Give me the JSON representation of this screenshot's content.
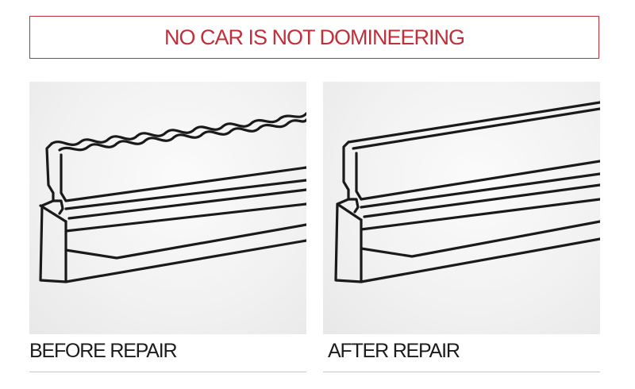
{
  "header": {
    "title": "NO CAR IS NOT DOMINEERING"
  },
  "panels": [
    {
      "caption": "BEFORE REPAIR"
    },
    {
      "caption": "AFTER REPAIR"
    }
  ],
  "colors": {
    "accent": "#c0303a",
    "text": "#1c1c1c",
    "divider": "#c7c7c7"
  }
}
